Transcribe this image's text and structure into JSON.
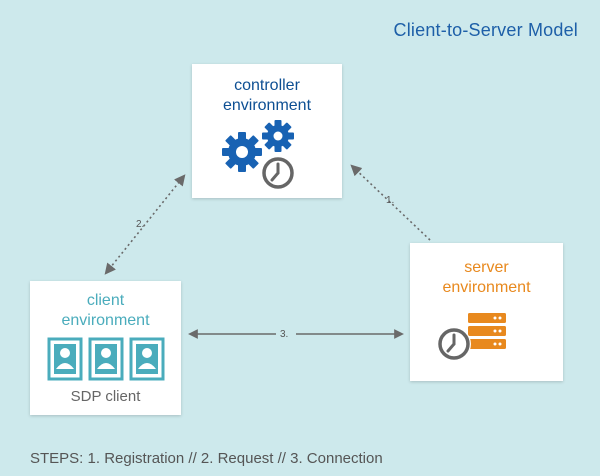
{
  "title": "Client-to-Server Model",
  "controller": {
    "label_line1": "controller",
    "label_line2": "environment"
  },
  "client": {
    "label_line1": "client",
    "label_line2": "environment",
    "sublabel": "SDP client"
  },
  "server": {
    "label_line1": "server",
    "label_line2": "environment"
  },
  "arrows": {
    "step1": "1.",
    "step2": "2.",
    "step3": "3."
  },
  "footer": "STEPS: 1. Registration // 2. Request // 3. Connection",
  "colors": {
    "background": "#cde9ec",
    "controller": "#0d4f93",
    "gear": "#1862b3",
    "client": "#4aacbc",
    "server": "#e8891e",
    "clock": "#666666",
    "arrow": "#6a6a6a"
  }
}
